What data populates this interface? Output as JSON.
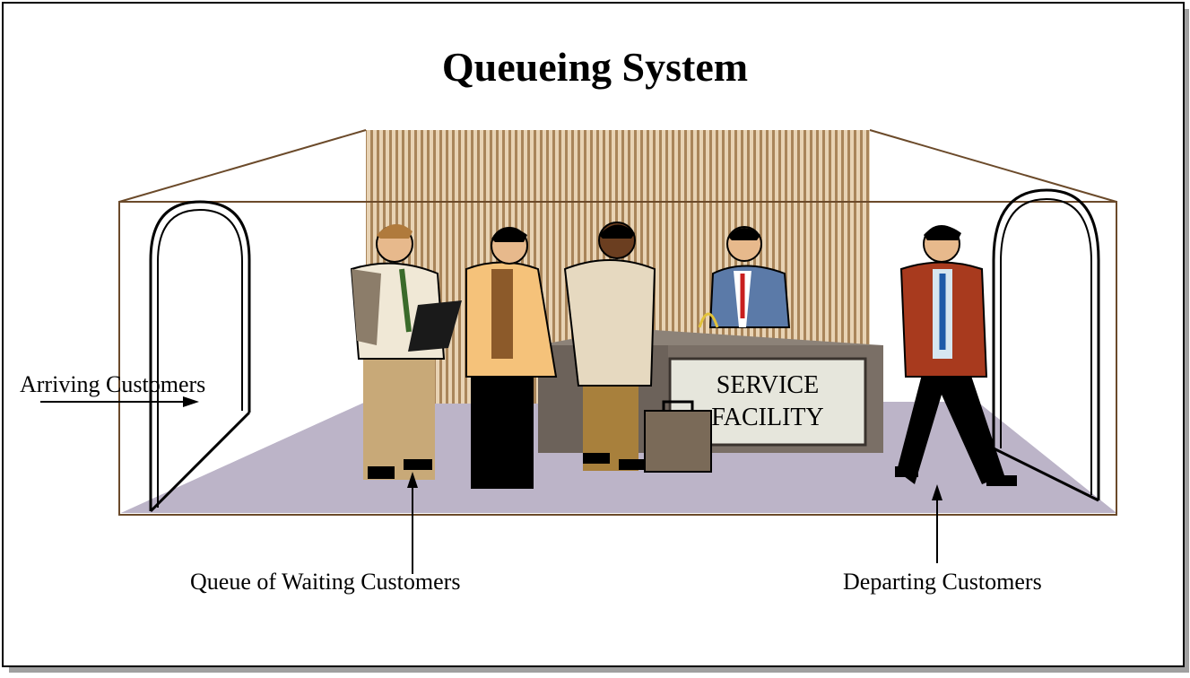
{
  "title": "Queueing System",
  "labels": {
    "arriving": "Arriving Customers",
    "queue": "Queue of Waiting Customers",
    "departing": "Departing Customers"
  },
  "sign": {
    "line1": "SERVICE",
    "line2": "FACILITY"
  },
  "colors": {
    "room_line": "#6b4a2a",
    "floor": "#b9b2c6",
    "wall_stripes": "#c9a57a",
    "counter": "#7a6f66",
    "sign_bg": "#e6e6dc"
  }
}
